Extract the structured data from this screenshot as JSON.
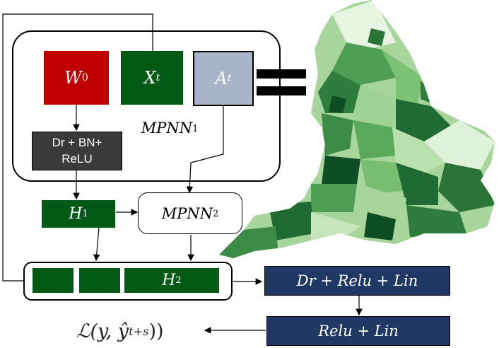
{
  "nodes": {
    "w0": {
      "label": "W",
      "sub": "0"
    },
    "xt": {
      "label": "X",
      "sub": "t"
    },
    "at": {
      "label": "A",
      "sub": "t"
    },
    "mpnn1": {
      "label": "MPNN",
      "sub": "1"
    },
    "dr_bn": {
      "line1": "Dr + BN+",
      "line2": "ReLU"
    },
    "h1": {
      "label": "H",
      "sub": "1"
    },
    "mpnn2": {
      "label": "MPNN",
      "sub": "2"
    },
    "h2": {
      "label": "H",
      "sub": "2"
    },
    "dr_relu_lin": {
      "label": "Dr + Relu + Lin"
    },
    "relu_lin": {
      "label": "Relu + Lin"
    },
    "loss": {
      "label": "ℒ(y, ŷ",
      "sub": "t+s",
      "close": "))"
    }
  },
  "colors": {
    "red": "#c00000",
    "dark_green": "#005a14",
    "slate": "#a9b4c8",
    "dark_gray": "#3a3a3a",
    "navy": "#1f3864",
    "map_light": "#c7e6bd",
    "map_mid": "#5aaa5e",
    "map_dark": "#1f6b33"
  }
}
